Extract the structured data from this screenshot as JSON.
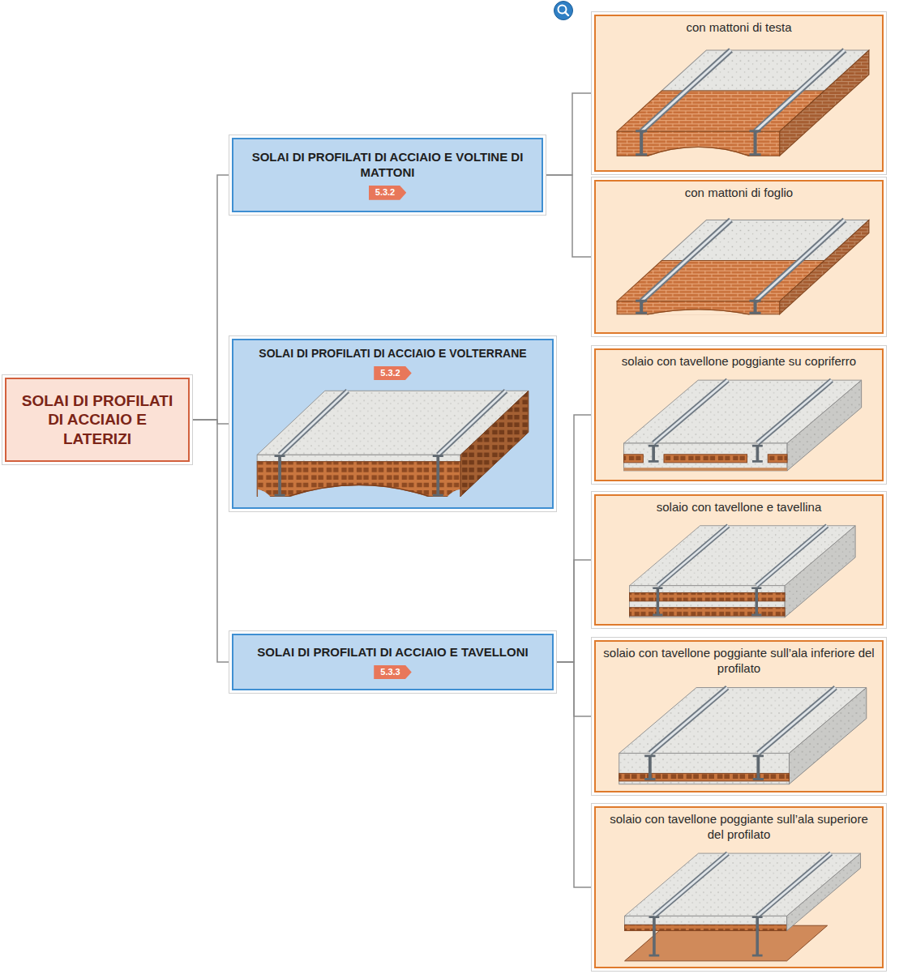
{
  "diagram": {
    "nodes": [
      {
        "text": [
          "SOLAI DI PROFILATI DI ACCIAIO E LATERIZI"
        ]
      },
      {
        "text": [
          "SOLAI DI PROFILATI DI ACCIAIO E VOLTINE DI MATTONI",
          "5.3.2"
        ]
      },
      {
        "text": [
          "con mattoni di testa"
        ]
      },
      {
        "text": [
          "con mattoni di foglio"
        ]
      },
      {
        "text": [
          "SOLAI DI PROFILATI DI ACCIAIO E VOLTERRANE",
          "5.3.2"
        ]
      },
      {
        "text": [
          "SOLAI DI PROFILATI DI ACCIAIO E TAVELLONI",
          "5.3.3"
        ]
      },
      {
        "text": [
          "solaio con tavellone poggiante su copriferro"
        ]
      },
      {
        "text": [
          "solaio con tavellone e tavellina"
        ]
      },
      {
        "text": [
          "solaio con tavellone poggiante sull’ala inferiore del profilato"
        ]
      },
      {
        "text": [
          "solaio con tavellone poggiante sull’ala superiore del profilato"
        ]
      }
    ],
    "edges": [
      {
        "from": 0,
        "to": 1,
        "arrow": "none"
      },
      {
        "from": 0,
        "to": 4,
        "arrow": "none"
      },
      {
        "from": 0,
        "to": 5,
        "arrow": "none"
      },
      {
        "from": 1,
        "to": 2,
        "arrow": "none"
      },
      {
        "from": 1,
        "to": 3,
        "arrow": "none"
      },
      {
        "from": 5,
        "to": 6,
        "arrow": "none"
      },
      {
        "from": 5,
        "to": 7,
        "arrow": "none"
      },
      {
        "from": 5,
        "to": 8,
        "arrow": "none"
      },
      {
        "from": 5,
        "to": 9,
        "arrow": "none"
      }
    ]
  }
}
